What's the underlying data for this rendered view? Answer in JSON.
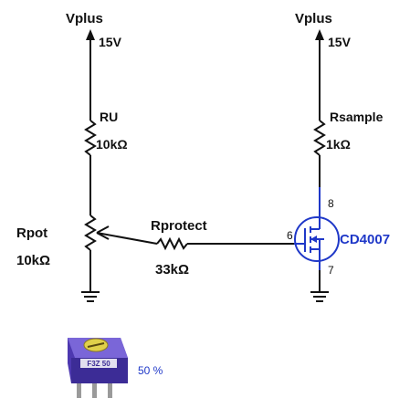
{
  "left_branch": {
    "supply_label": "Vplus",
    "supply_voltage": "15V",
    "ru_name": "RU",
    "ru_value": "10kΩ",
    "rpot_name": "Rpot",
    "rpot_value": "10kΩ"
  },
  "right_branch": {
    "supply_label": "Vplus",
    "supply_voltage": "15V",
    "rsample_name": "Rsample",
    "rsample_value": "1kΩ",
    "transistor_name": "CD4007",
    "pin_drain": "8",
    "pin_gate": "6",
    "pin_source": "7"
  },
  "protect_resistor": {
    "name": "Rprotect",
    "value": "33kΩ"
  },
  "potentiometer": {
    "setting_label": "50 %",
    "body_marking": "F3Z 50",
    "setting_percent": 50
  },
  "colors": {
    "wire": "#111111",
    "component_label": "#1f38c8",
    "pot_body": "#5a3fb8"
  }
}
